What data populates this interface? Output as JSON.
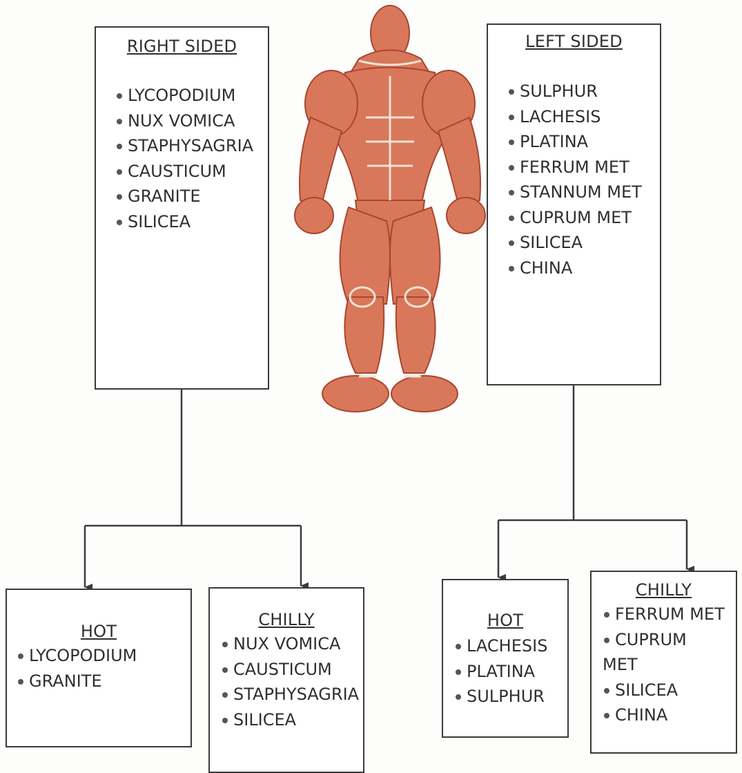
{
  "colors": {
    "line": "#3a3a3a",
    "skin": "#d9775a",
    "skin_dark": "#a8452e",
    "tendon": "#f2e3d4"
  },
  "figure": {
    "icon": "muscular-anatomy-figure"
  },
  "right_sided": {
    "title": "RIGHT SIDED",
    "items": [
      "LYCOPODIUM",
      "NUX VOMICA",
      "STAPHYSAGRIA",
      "CAUSTICUM",
      "GRANITE",
      "SILICEA"
    ]
  },
  "left_sided": {
    "title": "LEFT SIDED",
    "items": [
      "SULPHUR",
      "LACHESIS",
      "PLATINA",
      "FERRUM MET",
      "STANNUM MET",
      "CUPRUM MET",
      "SILICEA",
      "CHINA"
    ]
  },
  "right_hot": {
    "title": "HOT",
    "items": [
      "LYCOPODIUM",
      "GRANITE"
    ]
  },
  "right_chilly": {
    "title": "CHILLY",
    "items": [
      "NUX VOMICA",
      "CAUSTICUM",
      "STAPHYSAGRIA",
      "SILICEA"
    ]
  },
  "left_hot": {
    "title": "HOT",
    "items": [
      "LACHESIS",
      "PLATINA",
      "SULPHUR"
    ]
  },
  "left_chilly": {
    "title": "CHILLY",
    "items": [
      "FERRUM MET",
      "CUPRUM",
      "MET",
      "SILICEA",
      "CHINA"
    ]
  }
}
